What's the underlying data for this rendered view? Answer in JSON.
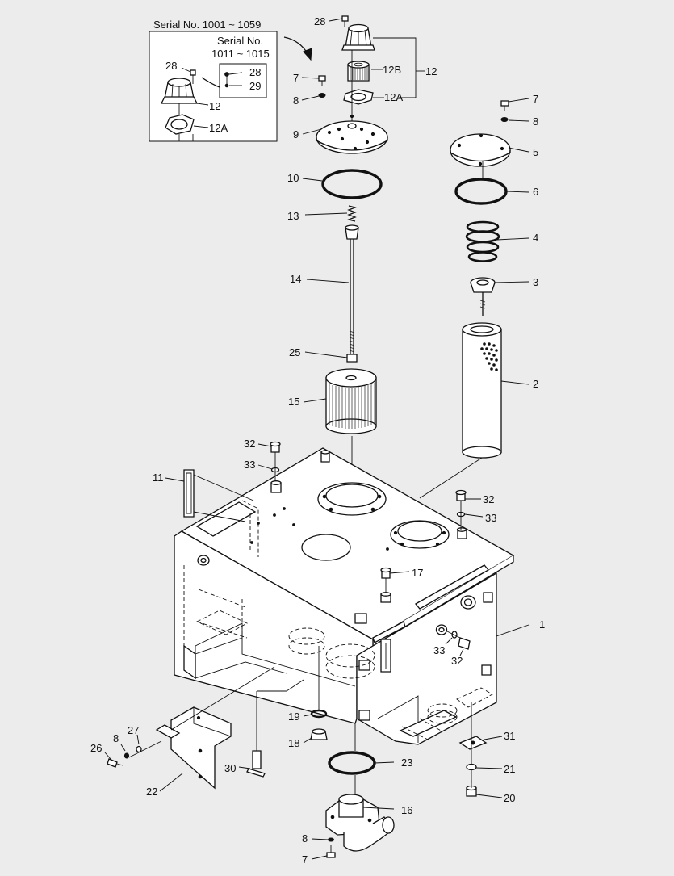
{
  "inset": {
    "outer_title": "Serial No. 1001 ~ 1059",
    "inner_title_line1": "Serial No.",
    "inner_title_line2": "1011 ~ 1015",
    "labels": [
      "28",
      "12",
      "12A",
      "28",
      "29"
    ]
  },
  "callouts": {
    "c28": "28",
    "c12": "12",
    "c12B": "12B",
    "c12A": "12A",
    "c7a": "7",
    "c8a": "8",
    "c9": "9",
    "c10": "10",
    "c13": "13",
    "c14": "14",
    "c25": "25",
    "c15": "15",
    "c7b": "7",
    "c8b": "8",
    "c5": "5",
    "c6": "6",
    "c4": "4",
    "c3": "3",
    "c2": "2",
    "c32a": "32",
    "c33a": "33",
    "c11": "11",
    "c32b": "32",
    "c33b": "33",
    "c17": "17",
    "c1": "1",
    "c33c": "33",
    "c32c": "32",
    "c19": "19",
    "c18": "18",
    "c31": "31",
    "c27": "27",
    "c8c": "8",
    "c26": "26",
    "c22": "22",
    "c30": "30",
    "c23": "23",
    "c21": "21",
    "c20": "20",
    "c16": "16",
    "c8d": "8",
    "c7c": "7"
  }
}
